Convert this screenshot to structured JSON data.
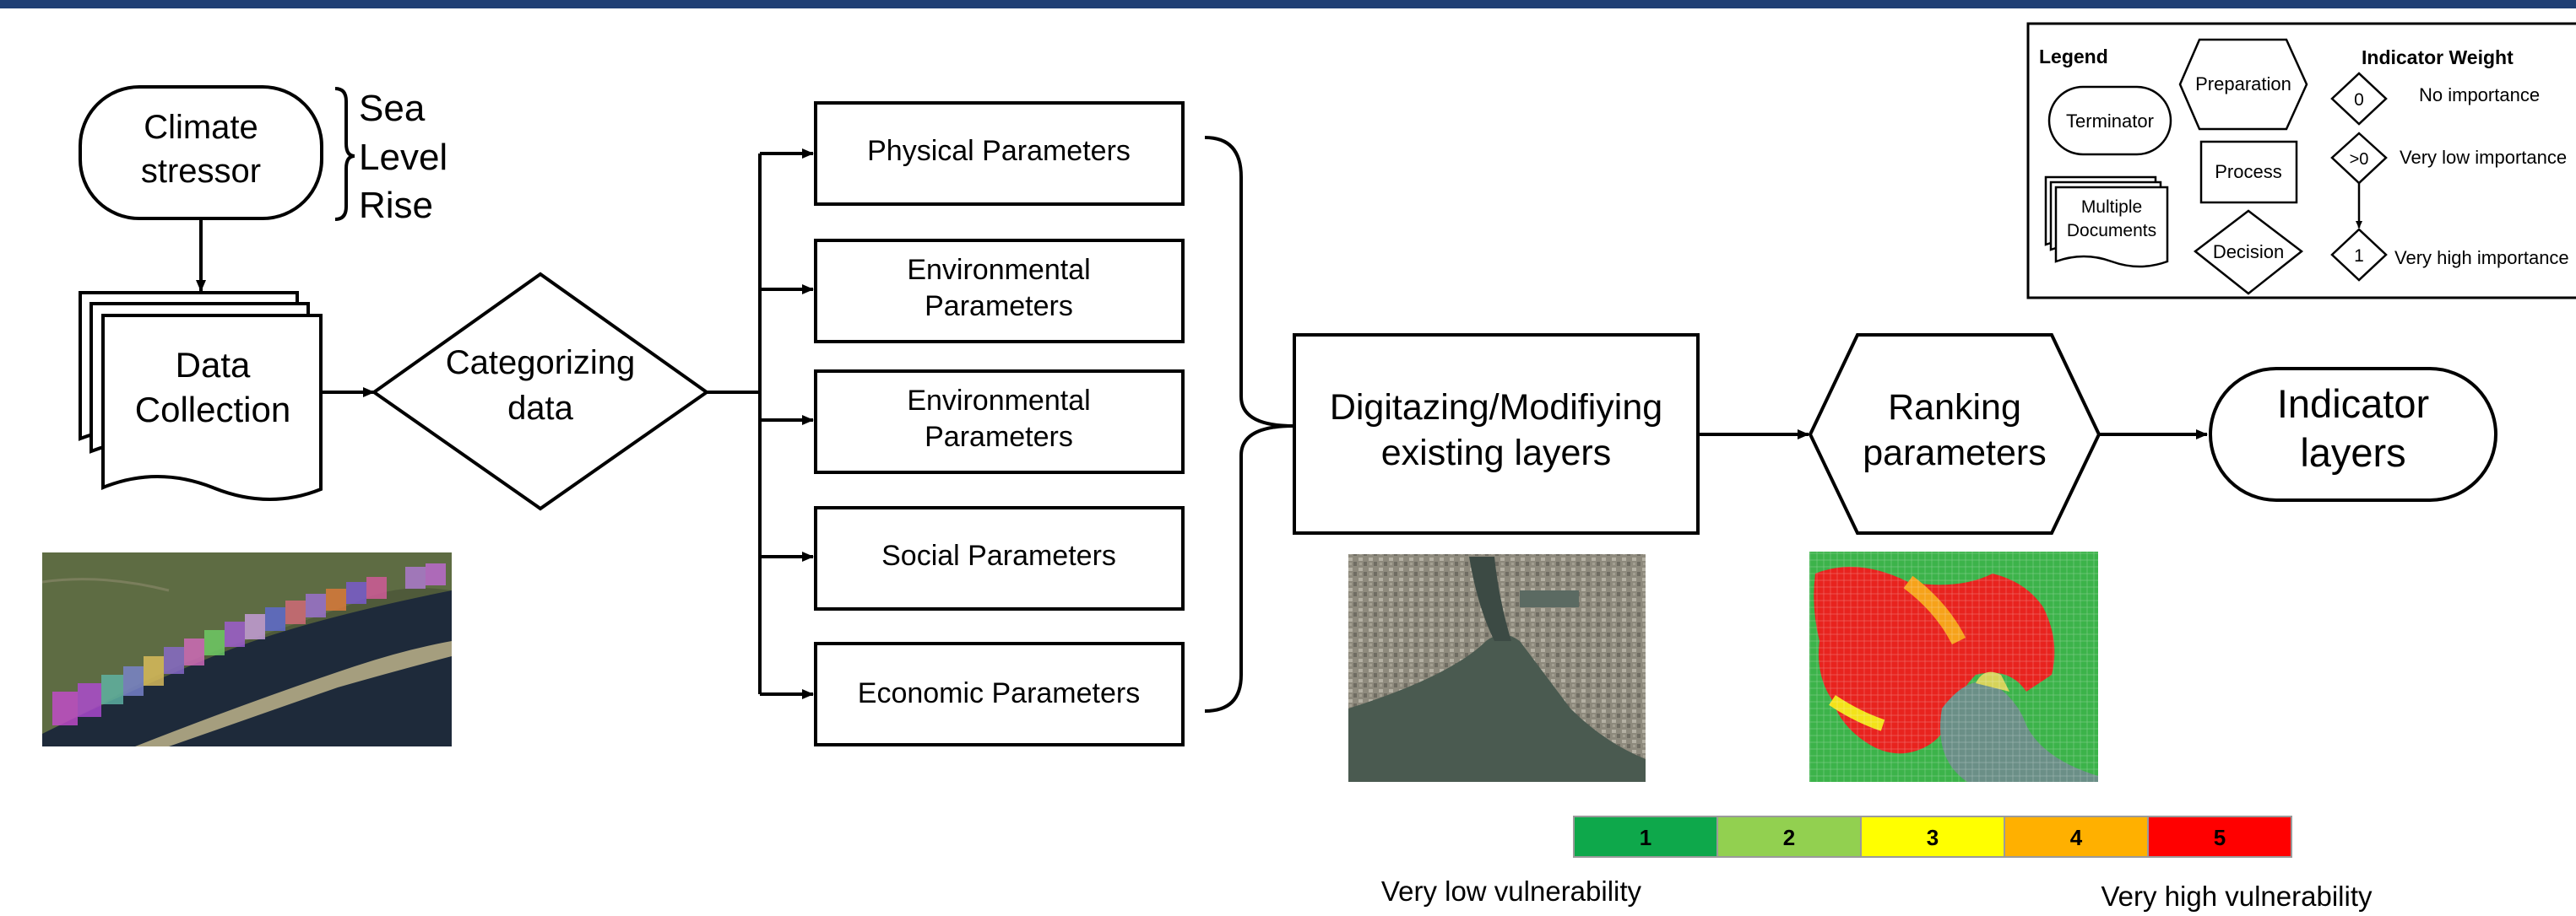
{
  "flow": {
    "terminator_start": [
      "Climate",
      "stressor"
    ],
    "stressor_brace": [
      "Sea",
      "Level",
      "Rise"
    ],
    "data_collection": [
      "Data",
      "Collection"
    ],
    "decision": [
      "Categorizing",
      "data"
    ],
    "parameters": [
      [
        "Physical Parameters"
      ],
      [
        "Environmental",
        "Parameters"
      ],
      [
        "Environmental",
        "Parameters"
      ],
      [
        "Social Parameters"
      ],
      [
        "Economic Parameters"
      ]
    ],
    "process": [
      "Digitazing/Modifiying",
      "existing layers"
    ],
    "preparation": [
      "Ranking",
      "parameters"
    ],
    "terminator_end": [
      "Indicator",
      "layers"
    ]
  },
  "legend": {
    "title": "Legend",
    "terminator": "Terminator",
    "preparation": "Preparation",
    "multiple_documents": [
      "Multiple",
      "Documents"
    ],
    "process": "Process",
    "decision": "Decision",
    "weight_title": "Indicator Weight",
    "weights": [
      {
        "symbol": "0",
        "label": "No importance"
      },
      {
        "symbol": ">0",
        "label": "Very low importance"
      },
      {
        "symbol": "1",
        "label": "Very high importance"
      }
    ]
  },
  "vulnerability_scale": {
    "classes": [
      {
        "label": "1",
        "color": "#0ea84b"
      },
      {
        "label": "2",
        "color": "#92d050"
      },
      {
        "label": "3",
        "color": "#ffff00"
      },
      {
        "label": "4",
        "color": "#ffb000"
      },
      {
        "label": "5",
        "color": "#ff0000"
      }
    ],
    "low_label": "Very low vulnerability",
    "high_label": "Very high vulnerability"
  },
  "colors": {
    "top_bar": "#1f3f74",
    "water": "#1c2b3a",
    "land": "#5a6a3a"
  }
}
